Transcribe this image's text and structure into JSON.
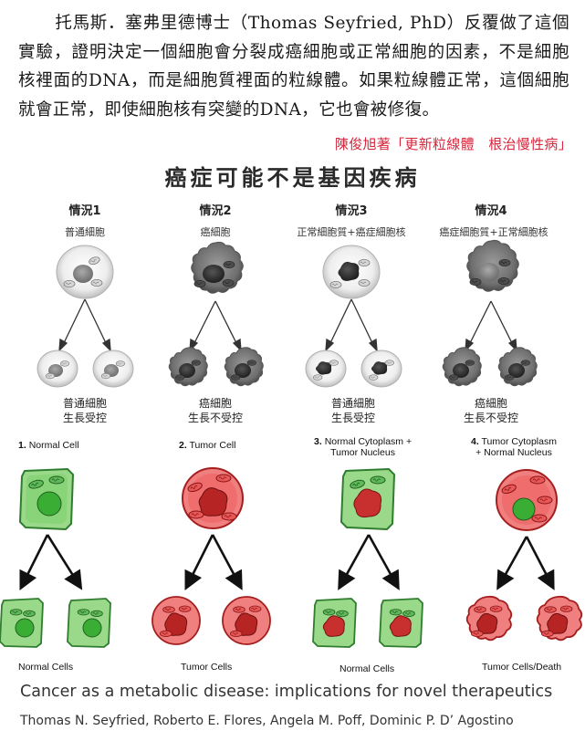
{
  "paragraph": {
    "line1": "托馬斯．塞弗里德博士（Thomas Seyfried, PhD）反覆做了這",
    "line2": "個實驗，證明決定一個細胞會分裂成癌細胞或正常細胞的因素，不",
    "line3": "是細胞核裡面的DNA，而是細胞質裡面的粒線體。如果粒線體正",
    "line4": "常，這個細胞就會正常，即使細胞核有突變的DNA，它也會被修",
    "line5": "復。"
  },
  "credit": "陳俊旭著「更新粒線體　根治慢性病」",
  "diagram_title": "癌症可能不是基因疾病",
  "cases_cn": [
    {
      "head": "情況1",
      "sub": "普通細胞",
      "result1": "普通細胞",
      "result2": "生長受控"
    },
    {
      "head": "情況2",
      "sub": "癌細胞",
      "result1": "癌細胞",
      "result2": "生長不受控"
    },
    {
      "head": "情況3",
      "sub": "正常細胞質+癌症細胞核",
      "result1": "普通細胞",
      "result2": "生長受控"
    },
    {
      "head": "情況4",
      "sub": "癌症細胞質+正常細胞核",
      "result1": "癌細胞",
      "result2": "生長不受控"
    }
  ],
  "cases_en": [
    {
      "num": "1.",
      "label": "Normal Cell",
      "outcome": "Normal Cells"
    },
    {
      "num": "2.",
      "label": "Tumor Cell",
      "outcome": "Tumor Cells"
    },
    {
      "num": "3.",
      "label": "Normal Cytoplasm +",
      "label2": "Tumor Nucleus",
      "outcome": "Normal Cells"
    },
    {
      "num": "4.",
      "label": "Tumor Cytoplasm",
      "label2": "+ Normal Nucleus",
      "outcome": "Tumor Cells/Death"
    }
  ],
  "paper": {
    "title": "Cancer as a metabolic disease: implications for novel therapeutics",
    "authors": "Thomas N. Seyfried, Roberto E. Flores, Angela M. Poff,  Dominic P. D’ Agostino"
  },
  "colors": {
    "credit": "#d7253b",
    "normal_fill": "#7fcf6d",
    "normal_stroke": "#2f7d2f",
    "tumor_fill": "#ee5a5a",
    "tumor_stroke": "#a51f1f"
  }
}
